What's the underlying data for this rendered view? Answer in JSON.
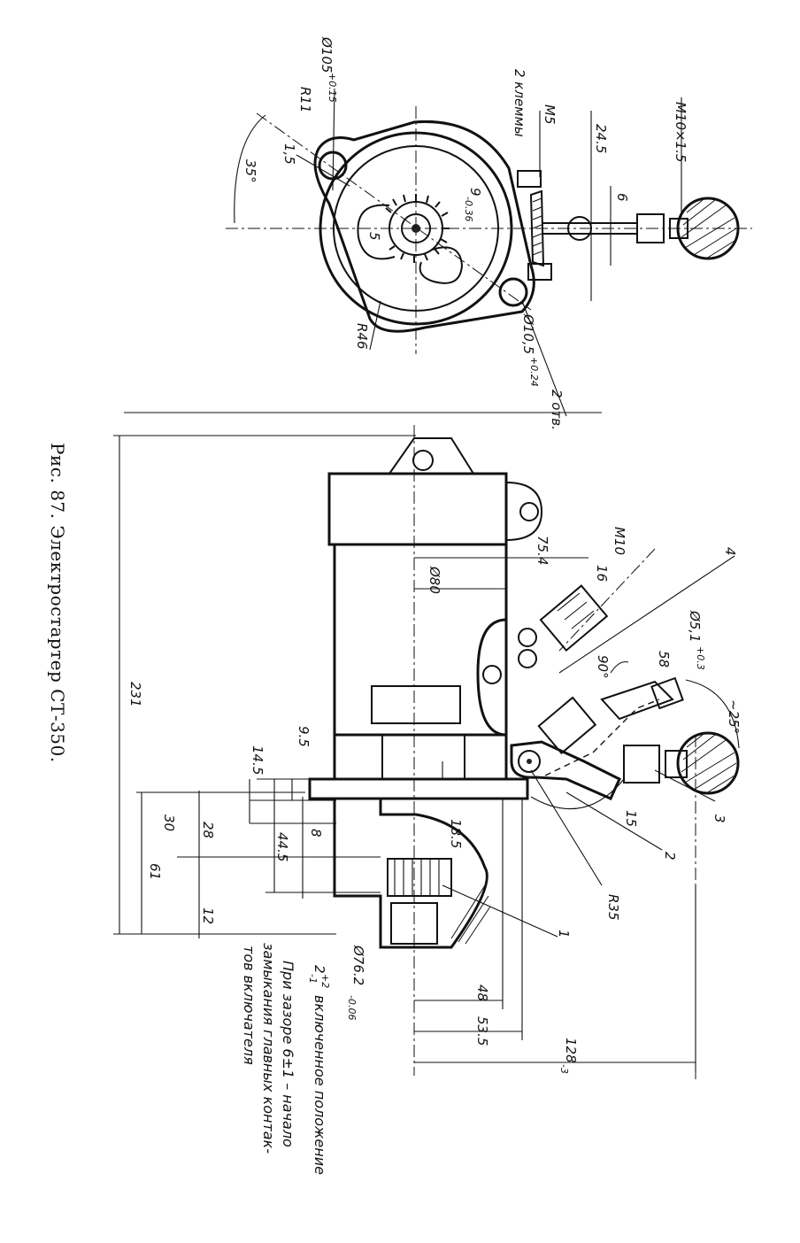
{
  "figure": {
    "caption": "Рис. 87. Электростартер СТ-350."
  },
  "end_view": {
    "dims": {
      "d105": "Ø105",
      "d105_tol": "+0.15",
      "r11": "R11",
      "klemmy": "2 клеммы",
      "m5": "M5",
      "d24_5": "24.5",
      "m10x1_5": "M10×1.5",
      "d1_5": "1,5",
      "angle35": "35°",
      "d9": "9",
      "d9_tol": "-0.36",
      "d6": "6",
      "d5": "5",
      "r46": "R46",
      "d10_5": "Ø10,5",
      "d10_5_tol": "+0.24",
      "two_holes": "2 отв."
    }
  },
  "side_view": {
    "dims": {
      "d75_4": "75.4",
      "m10": "M10",
      "d16": "16",
      "d80": "Ø80",
      "label4": "4",
      "d5_1": "Ø5,1",
      "d5_1_tol": "+0.3",
      "d58": "58",
      "angle90": "90°",
      "angle25": "~25°",
      "d231": "231",
      "d9_5": "9.5",
      "d14_5": "14.5",
      "d18_5": "18.5",
      "d15": "15",
      "label3": "3",
      "label2": "2",
      "d30": "30",
      "d28": "28",
      "d8": "8",
      "d44_5": "44.5",
      "d61": "61",
      "d12": "12",
      "r35": "R35",
      "label1": "1",
      "d76_2": "Ø76.2",
      "d76_2_tol": "-0.06",
      "d2": "2",
      "d2_tol_up": "+2",
      "d2_tol_dn": "-1",
      "d48": "48",
      "d53_5": "53.5",
      "d128": "128",
      "d128_tol": "-3"
    },
    "notes": {
      "line1": "включенное положение",
      "line2": "При зазоре 6±1 – начало",
      "line3": "замыкания главных контак-",
      "line4": "тов включателя"
    }
  }
}
